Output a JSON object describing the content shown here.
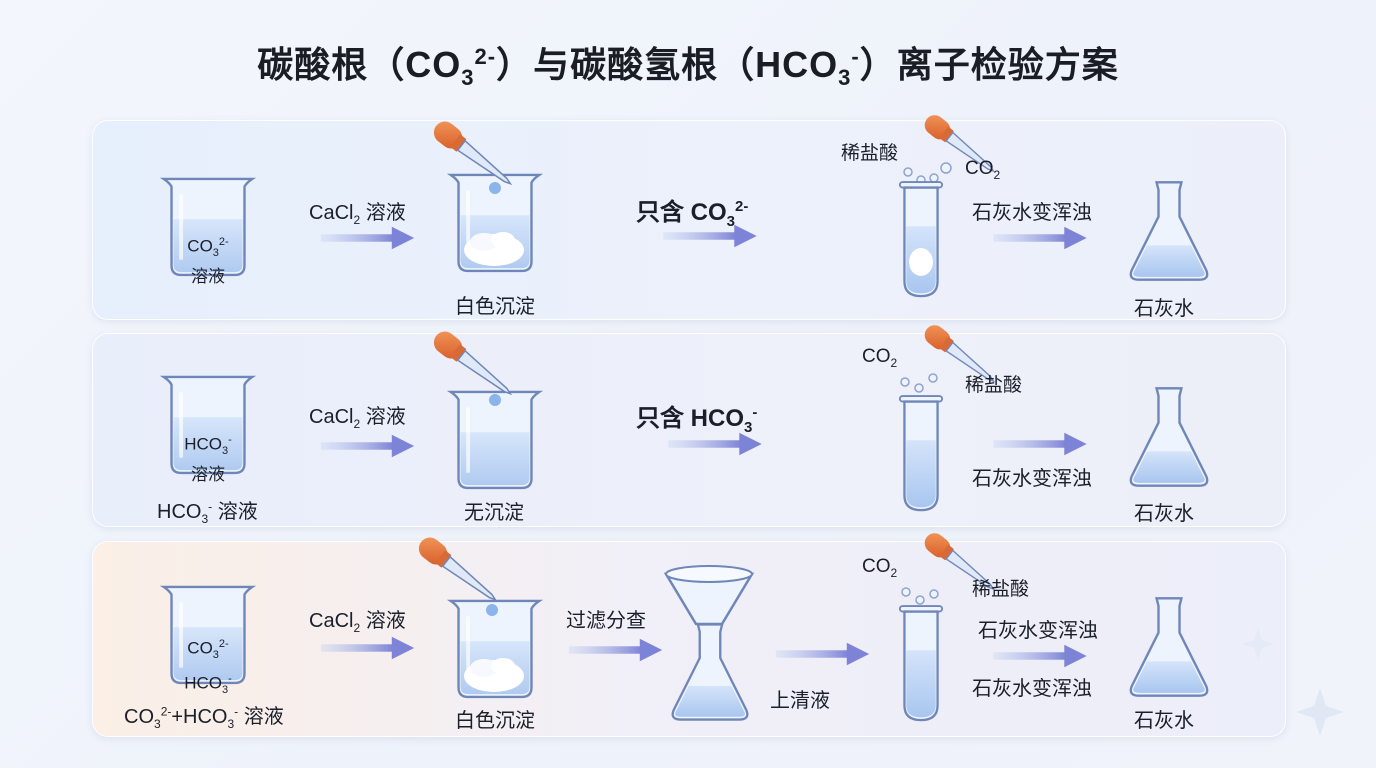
{
  "title": {
    "main": "碳酸根（CO",
    "sub1": "3",
    "sup1": "2-",
    "mid": "）与碳酸氢根（HCO",
    "sub2": "3",
    "sup2": "-",
    "tail": "）离子检验方案"
  },
  "rows": [
    {
      "beaker_base": "CO",
      "beaker_sub": "3",
      "beaker_sup": "2-",
      "beaker_line2": "溶液",
      "reagent_base": "CaCl",
      "reagent_sub": "2",
      "reagent_tail": " 溶液",
      "result": "白色沉淀",
      "conclusion_base": "只含 CO",
      "conclusion_sub": "3",
      "conclusion_sup": "2-",
      "acid": "稀盐酸",
      "gas_base": "CO",
      "gas_sub": "2",
      "observation": "石灰水变浑浊",
      "limewater": "石灰水"
    },
    {
      "beaker_base": "HCO",
      "beaker_sub": "3",
      "beaker_sup": "-",
      "beaker_line2": "溶液",
      "below_base": "HCO",
      "below_sub": "3",
      "below_sup": "-",
      "below_tail": " 溶液",
      "reagent_base": "CaCl",
      "reagent_sub": "2",
      "reagent_tail": " 溶液",
      "result": "无沉淀",
      "conclusion_base": "只含 HCO",
      "conclusion_sub": "3",
      "conclusion_sup": "-",
      "acid": "稀盐酸",
      "gas_base": "CO",
      "gas_sub": "2",
      "observation": "石灰水变浑浊",
      "limewater": "石灰水"
    },
    {
      "beaker_a_base": "CO",
      "beaker_a_sub": "3",
      "beaker_a_sup": "2-",
      "beaker_b_base": "HCO",
      "beaker_b_sub": "3",
      "beaker_b_sup": "-",
      "below_a_base": "CO",
      "below_a_sub": "3",
      "below_a_sup": "2-",
      "below_b_base": "+HCO",
      "below_b_sub": "3",
      "below_b_sup": "-",
      "below_tail": " 溶液",
      "reagent_base": "CaCl",
      "reagent_sub": "2",
      "reagent_tail": " 溶液",
      "result": "白色沉淀",
      "filter": "过滤分查",
      "filtrate": "上清液",
      "acid": "稀盐酸",
      "gas_base": "CO",
      "gas_sub": "2",
      "observation_1": "石灰水变浑浊",
      "observation_2": "石灰水变浑浊",
      "limewater": "石灰水"
    }
  ],
  "colors": {
    "arrow": "#7d83d6",
    "dropper_bulb": "#e6723d",
    "liquid": "#b9d3f4",
    "glass": "#6f86b8"
  }
}
